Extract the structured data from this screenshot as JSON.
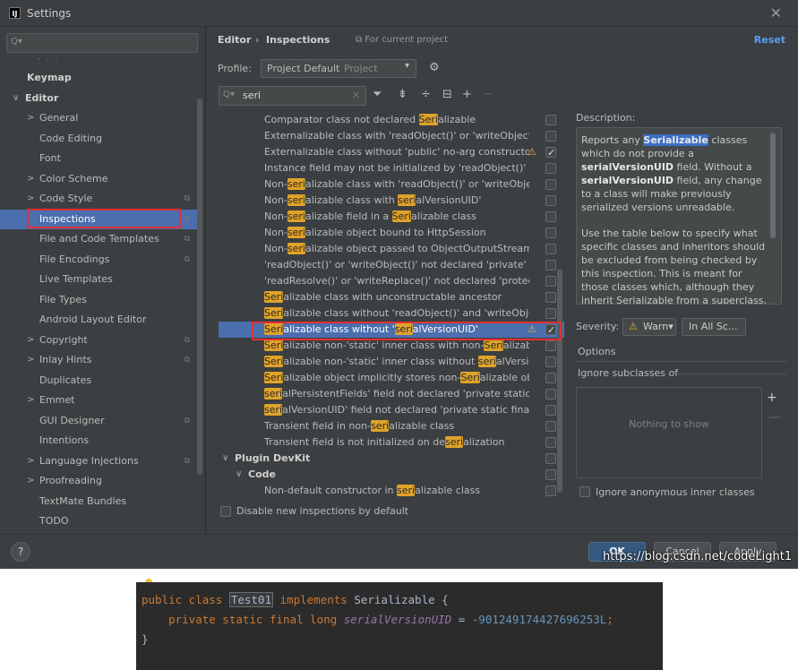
{
  "window": {
    "title": "Settings",
    "close_glyph": "✕"
  },
  "sidebar": {
    "search_placeholder": "Q▾",
    "items": [
      {
        "label": "Keymap",
        "level": 0,
        "bold": true,
        "arrow": "",
        "project": false
      },
      {
        "label": "Editor",
        "level": 0,
        "bold": true,
        "arrow": "∨",
        "project": false
      },
      {
        "label": "General",
        "level": 1,
        "arrow": ">",
        "project": false
      },
      {
        "label": "Code Editing",
        "level": 1,
        "arrow": "",
        "project": false
      },
      {
        "label": "Font",
        "level": 1,
        "arrow": "",
        "project": false
      },
      {
        "label": "Color Scheme",
        "level": 1,
        "arrow": ">",
        "project": false
      },
      {
        "label": "Code Style",
        "level": 1,
        "arrow": ">",
        "project": true
      },
      {
        "label": "Inspections",
        "level": 1,
        "arrow": "",
        "project": true,
        "selected": true
      },
      {
        "label": "File and Code Templates",
        "level": 1,
        "arrow": "",
        "project": true
      },
      {
        "label": "File Encodings",
        "level": 1,
        "arrow": "",
        "project": true
      },
      {
        "label": "Live Templates",
        "level": 1,
        "arrow": "",
        "project": false
      },
      {
        "label": "File Types",
        "level": 1,
        "arrow": "",
        "project": false
      },
      {
        "label": "Android Layout Editor",
        "level": 1,
        "arrow": "",
        "project": false
      },
      {
        "label": "Copyright",
        "level": 1,
        "arrow": ">",
        "project": true
      },
      {
        "label": "Inlay Hints",
        "level": 1,
        "arrow": ">",
        "project": true
      },
      {
        "label": "Duplicates",
        "level": 1,
        "arrow": "",
        "project": false
      },
      {
        "label": "Emmet",
        "level": 1,
        "arrow": ">",
        "project": false
      },
      {
        "label": "GUI Designer",
        "level": 1,
        "arrow": "",
        "project": true
      },
      {
        "label": "Intentions",
        "level": 1,
        "arrow": "",
        "project": false
      },
      {
        "label": "Language Injections",
        "level": 1,
        "arrow": ">",
        "project": true
      },
      {
        "label": "Proofreading",
        "level": 1,
        "arrow": ">",
        "project": false
      },
      {
        "label": "TextMate Bundles",
        "level": 1,
        "arrow": "",
        "project": false
      },
      {
        "label": "TODO",
        "level": 1,
        "arrow": "",
        "project": false
      }
    ]
  },
  "header": {
    "crumb1": "Editor",
    "sep": "›",
    "crumb2": "Inspections",
    "for_project": "⧉ For current project",
    "reset": "Reset"
  },
  "profile": {
    "label": "Profile:",
    "value": "Project Default",
    "kind": "Project",
    "chevron": "▾"
  },
  "inspection_search": {
    "value": "seri"
  },
  "inspections": [
    {
      "text": "Comparator class not declared Serializable",
      "checked": false
    },
    {
      "text": "Externalizable class with 'readObject()' or 'writeObject()",
      "checked": false
    },
    {
      "text": "Externalizable class without 'public' no-arg constructor",
      "checked": true,
      "warn": true
    },
    {
      "text": "Instance field may not be initialized by 'readObject()'",
      "checked": false
    },
    {
      "text": "Non-serializable class with 'readObject()' or 'writeObjec",
      "checked": false
    },
    {
      "text": "Non-serializable class with serialVersionUID'",
      "checked": false
    },
    {
      "text": "Non-serializable field in a Serializable class",
      "checked": false
    },
    {
      "text": "Non-serializable object bound to HttpSession",
      "checked": false
    },
    {
      "text": "Non-serializable object passed to ObjectOutputStream",
      "checked": false
    },
    {
      "text": "'readObject()' or 'writeObject()' not declared 'private'",
      "checked": false
    },
    {
      "text": "'readResolve()' or 'writeReplace()' not declared 'protect",
      "checked": false
    },
    {
      "text": "Serializable class with unconstructable ancestor",
      "checked": false
    },
    {
      "text": "Serializable class without 'readObject()' and 'writeObjec",
      "checked": false
    },
    {
      "text": "Serializable class without 'serialVersionUID'",
      "checked": true,
      "warn": true,
      "selected": true
    },
    {
      "text": "Serializable non-'static' inner class with non-Serializable",
      "checked": false
    },
    {
      "text": "Serializable non-'static' inner class without serialVersio",
      "checked": false
    },
    {
      "text": "Serializable object implicitly stores non-Serializable obj",
      "checked": false
    },
    {
      "text": "serialPersistentFields' field not declared 'private static f",
      "checked": false
    },
    {
      "text": "serialVersionUID' field not declared 'private static final",
      "checked": false
    },
    {
      "text": "Transient field in non-serializable class",
      "checked": false
    },
    {
      "text": "Transient field is not initialized on deserialization",
      "checked": false
    }
  ],
  "plugin_group": {
    "label": "Plugin DevKit",
    "sub": "Code",
    "item": "Non-default constructor in serializable class"
  },
  "disable_new": "Disable new inspections by default",
  "description": {
    "label": "Description:",
    "p1_pre": "Reports any ",
    "p1_b": "Serializable",
    "p1_post": " classes which do not provide a ",
    "p1_b2": "serialVersionUID",
    "p1_post2": " field. Without a ",
    "p1_b3": "serialVersionUID",
    "p1_post3": " field, any change to a class will make previously serialized versions unreadable.",
    "p2": "Use the table below to specify what specific classes and inheritors should be excluded from being checked by this inspection. This is meant for those classes which, although they inherit Serializable from a superclass, are not"
  },
  "severity": {
    "label": "Severity:",
    "value": "Warn",
    "chevron": "▾",
    "scope": "In All Sc..."
  },
  "options": {
    "label": "Options",
    "ignore_subclasses": "Ignore subclasses of",
    "empty": "Nothing to show",
    "plus": "+",
    "minus": "—",
    "ignore_anon": "Ignore anonymous inner classes"
  },
  "buttons": {
    "help": "?",
    "ok": "OK",
    "cancel": "Cancel",
    "apply": "Apply"
  },
  "watermark": "https://blog.csdn.net/codeLight1",
  "code": {
    "line1_kw": "public class ",
    "line1_cls": "Test01",
    "line1_kw2": " implements ",
    "line1_rest": "Serializable {",
    "line2_kw": "    private static final long ",
    "line2_fld": "serialVersionUID",
    "line2_eq": " = ",
    "line2_num": "-901249174427696253L",
    "line2_end": ";",
    "line3": "}"
  }
}
